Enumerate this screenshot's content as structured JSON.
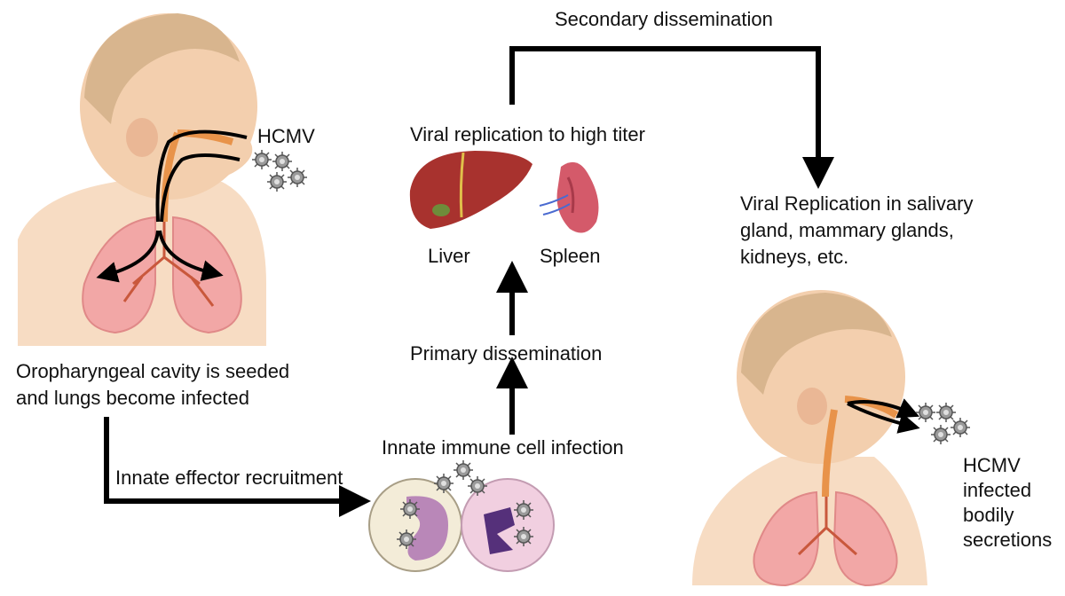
{
  "labels": {
    "hcmv_top": "HCMV",
    "seeded_line1": "Oropharyngeal cavity is seeded",
    "seeded_line2": "and lungs become infected",
    "effector": "Innate effector recruitment",
    "immune_infection": "Innate immune cell infection",
    "primary": "Primary dissemination",
    "replication_high": "Viral replication to high titer",
    "liver": "Liver",
    "spleen": "Spleen",
    "secondary": "Secondary dissemination",
    "salivary_line1": "Viral Replication in salivary",
    "salivary_line2": "gland, mammary glands,",
    "salivary_line3": "kidneys, etc.",
    "secretions_line1": "HCMV",
    "secretions_line2": "infected",
    "secretions_line3": "bodily",
    "secretions_line4": "secretions"
  },
  "colors": {
    "skin": "#f3cfae",
    "hair": "#d8b58e",
    "lung": "#f2a7a6",
    "airway": "#e8934a",
    "liver": "#a8322e",
    "spleen": "#d45a6a",
    "arrow": "#000000",
    "virus": "#8a8a8a"
  },
  "icons": [
    "infant-head-icon",
    "lungs-icon",
    "virus-particle-icon",
    "liver-icon",
    "spleen-icon",
    "immune-cell-icon"
  ]
}
